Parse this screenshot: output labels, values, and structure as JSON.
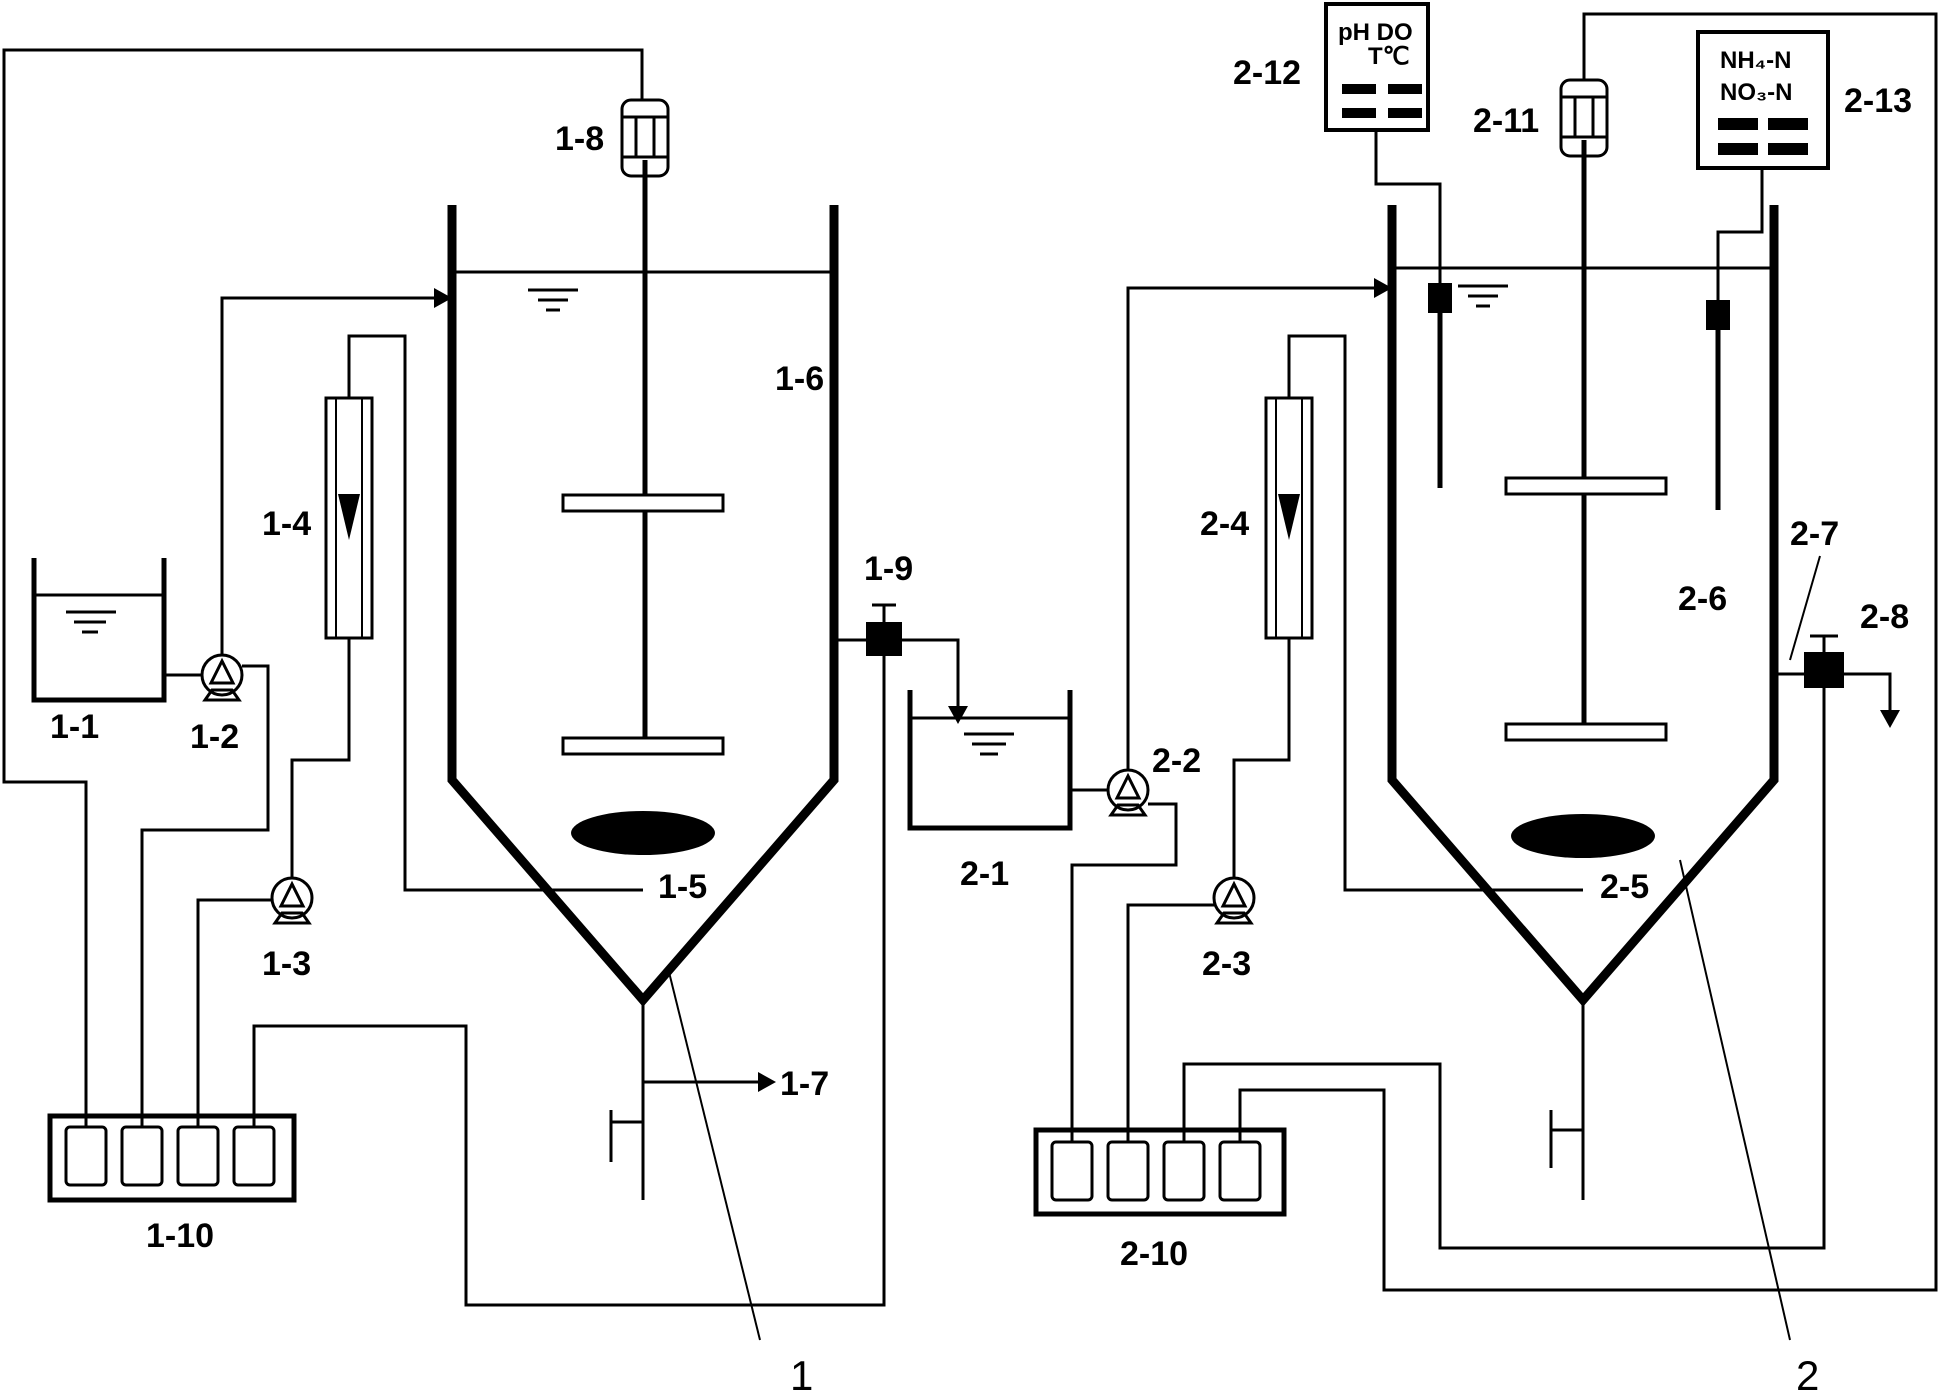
{
  "labels": {
    "l_1_1": "1-1",
    "l_1_2": "1-2",
    "l_1_3": "1-3",
    "l_1_4": "1-4",
    "l_1_5": "1-5",
    "l_1_6": "1-6",
    "l_1_7": "1-7",
    "l_1_8": "1-8",
    "l_1_9": "1-9",
    "l_1_10": "1-10",
    "l_2_1": "2-1",
    "l_2_2": "2-2",
    "l_2_3": "2-3",
    "l_2_4": "2-4",
    "l_2_5": "2-5",
    "l_2_6": "2-6",
    "l_2_7": "2-7",
    "l_2_8": "2-8",
    "l_2_10": "2-10",
    "l_2_11": "2-11",
    "l_2_12": "2-12",
    "l_2_13": "2-13",
    "reactor1": "1",
    "reactor2": "2"
  },
  "meter_2_12": {
    "line1": "pH DO",
    "line2": "T℃"
  },
  "meter_2_13": {
    "line1": "NH₄-N",
    "line2": "NO₃-N"
  }
}
